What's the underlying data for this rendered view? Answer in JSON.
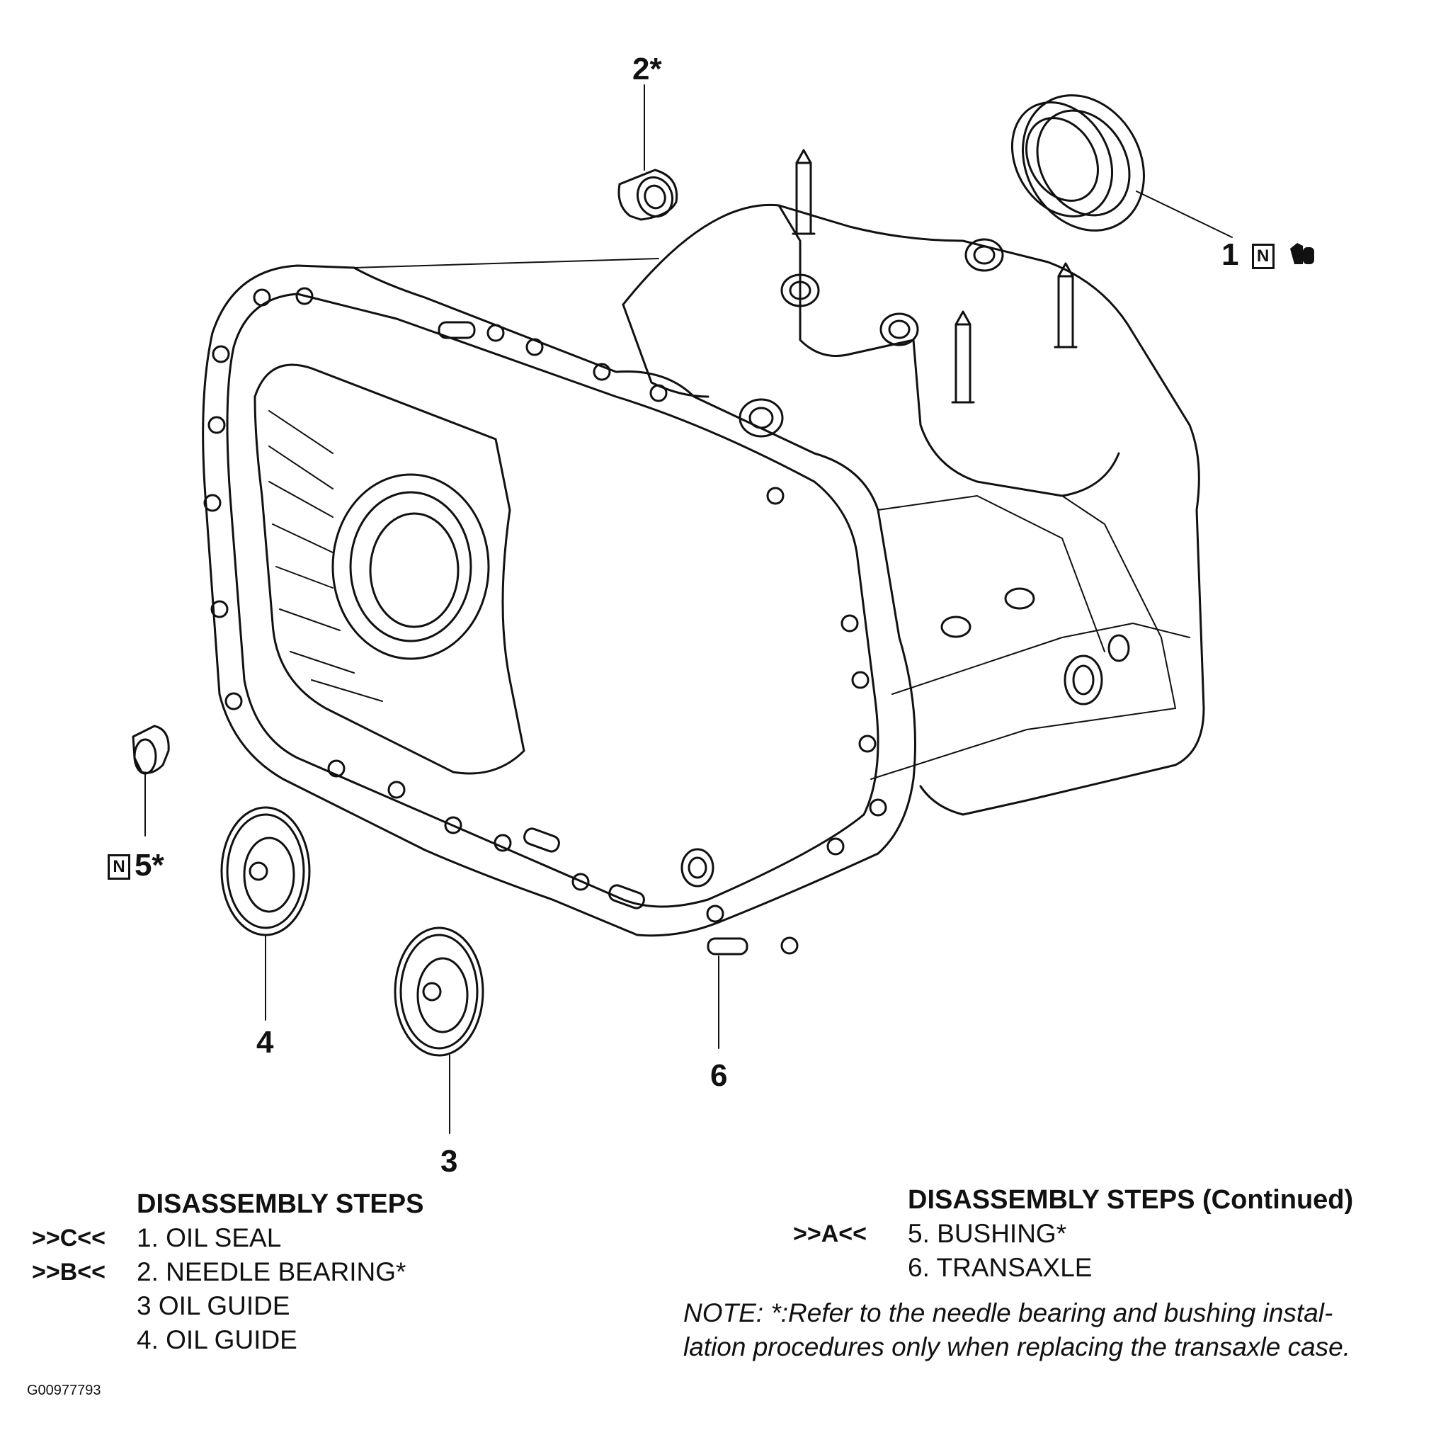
{
  "callouts": {
    "c1": "1",
    "c2": "2*",
    "c3": "3",
    "c4": "4",
    "c5": "5*",
    "c6": "6",
    "n_symbol": "N"
  },
  "steps_left": {
    "heading": "DISASSEMBLY STEPS",
    "rows": [
      {
        "ref": ">>C<<",
        "text": "1.  OIL SEAL"
      },
      {
        "ref": ">>B<<",
        "text": "2.  NEEDLE BEARING*"
      },
      {
        "ref": "",
        "text": "3   OIL GUIDE"
      },
      {
        "ref": "",
        "text": "4.  OIL GUIDE"
      }
    ]
  },
  "steps_right": {
    "heading": "DISASSEMBLY STEPS (Continued)",
    "rows": [
      {
        "ref": ">>A<<",
        "text": "5.  BUSHING*"
      },
      {
        "ref": "",
        "text": "6.  TRANSAXLE"
      }
    ]
  },
  "note": {
    "line1": "NOTE: *:Refer to the needle bearing and bushing instal-",
    "line2": "lation procedures only when replacing the transaxle case."
  },
  "figure_id": "G00977793"
}
